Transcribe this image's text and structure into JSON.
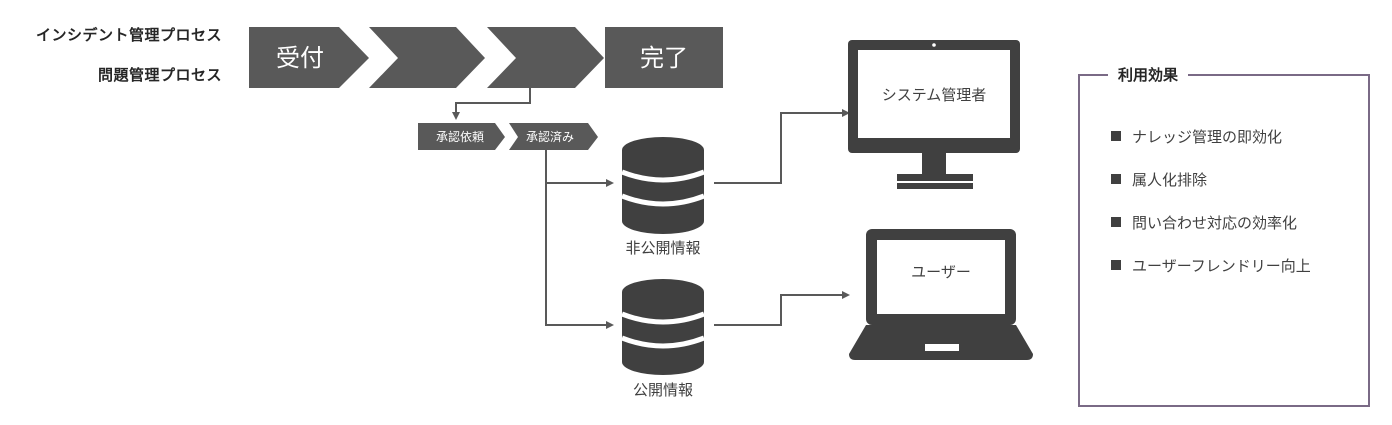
{
  "processes": {
    "incident": "インシデント管理プロセス",
    "problem": "問題管理プロセス"
  },
  "flow": {
    "steps": [
      "受付",
      "",
      "",
      "完了"
    ],
    "approval": [
      "承認依頼",
      "承認済み"
    ]
  },
  "databases": {
    "private": "非公開情報",
    "public": "公開情報"
  },
  "devices": {
    "admin_monitor": "システム管理者",
    "user_laptop": "ユーザー"
  },
  "benefits": {
    "title": "利用効果",
    "items": [
      "ナレッジ管理の即効化",
      "属人化排除",
      "問い合わせ対応の効率化",
      "ユーザーフレンドリー向上"
    ]
  },
  "colors": {
    "chevron": "#595959",
    "dark": "#404040",
    "line": "#595959",
    "frame": "#7a6a86"
  }
}
